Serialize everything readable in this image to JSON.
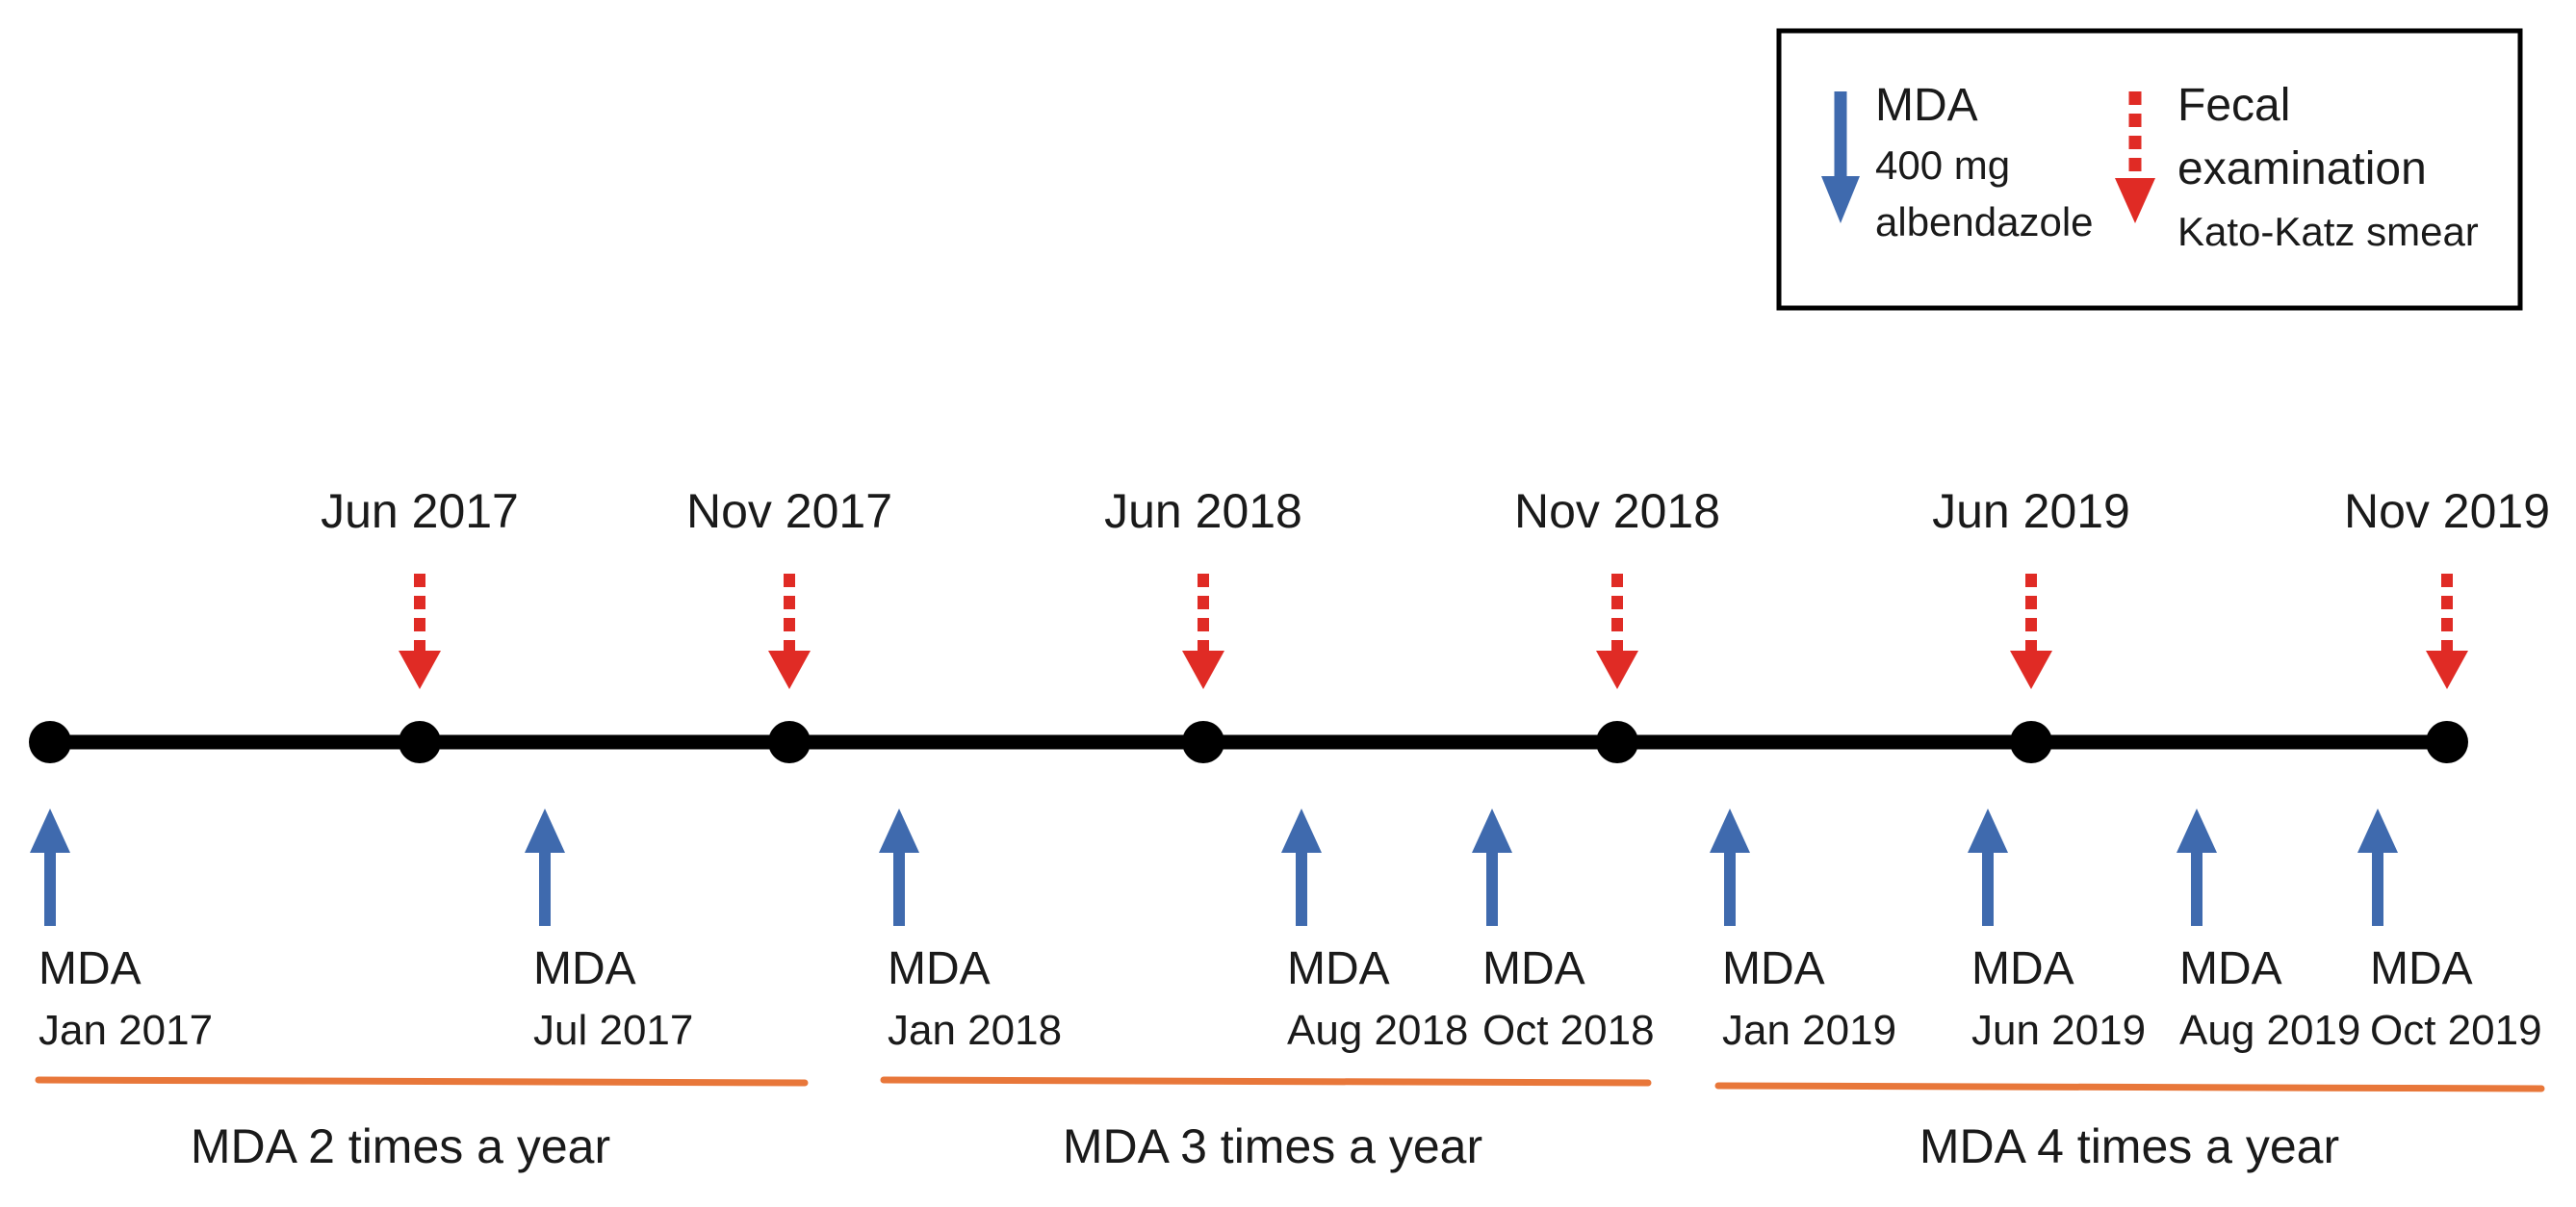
{
  "colors": {
    "timeline": "#000000",
    "mda_arrow": "#3f6aae",
    "fecal_arrow": "#e02b25",
    "period_line": "#e8773a",
    "text": "#1a1a1a"
  },
  "legend": {
    "mda_title": "MDA",
    "mda_line1": "400 mg",
    "mda_line2": "albendazole",
    "fecal_title_line1": "Fecal",
    "fecal_title_line2": "examination",
    "fecal_subtitle": "Kato-Katz smear",
    "mda_icon": "blue-down-arrow-icon",
    "fecal_icon": "red-dotted-down-arrow-icon"
  },
  "fecal_exams": [
    {
      "label": "Jun 2017"
    },
    {
      "label": "Nov 2017"
    },
    {
      "label": "Jun 2018"
    },
    {
      "label": "Nov 2018"
    },
    {
      "label": "Jun 2019"
    },
    {
      "label": "Nov 2019"
    }
  ],
  "mda_events": [
    {
      "title": "MDA",
      "date": "Jan 2017"
    },
    {
      "title": "MDA",
      "date": "Jul 2017"
    },
    {
      "title": "MDA",
      "date": "Jan 2018"
    },
    {
      "title": "MDA",
      "date": "Aug 2018"
    },
    {
      "title": "MDA",
      "date": "Oct 2018"
    },
    {
      "title": "MDA",
      "date": "Jan 2019"
    },
    {
      "title": "MDA",
      "date": "Jun 2019"
    },
    {
      "title": "MDA",
      "date": "Aug 2019"
    },
    {
      "title": "MDA",
      "date": "Oct 2019"
    }
  ],
  "periods": [
    {
      "label": "MDA 2 times a year"
    },
    {
      "label": "MDA 3 times a year"
    },
    {
      "label": "MDA 4 times a year"
    }
  ]
}
